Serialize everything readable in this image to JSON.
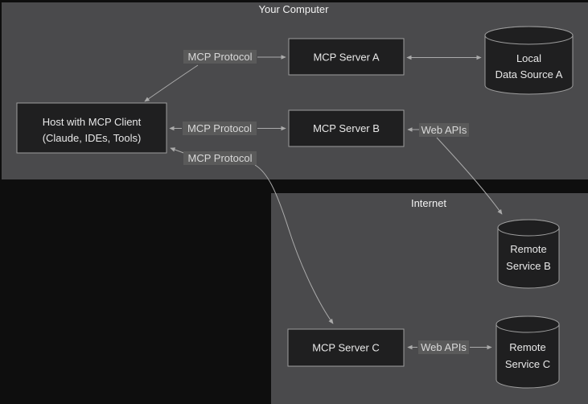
{
  "diagram": {
    "title_regions": {
      "your_computer": {
        "label": "Your Computer"
      },
      "internet": {
        "label": "Internet"
      }
    },
    "nodes": {
      "host": {
        "line1": "Host with MCP Client",
        "line2": "(Claude, IDEs, Tools)"
      },
      "server_a": {
        "label": "MCP Server A"
      },
      "server_b": {
        "label": "MCP Server B"
      },
      "server_c": {
        "label": "MCP Server C"
      },
      "data_source_a": {
        "line1": "Local",
        "line2": "Data Source A"
      },
      "remote_service_b": {
        "line1": "Remote",
        "line2": "Service B"
      },
      "remote_service_c": {
        "line1": "Remote",
        "line2": "Service C"
      }
    },
    "edge_labels": {
      "mcp_protocol_a": "MCP Protocol",
      "mcp_protocol_b": "MCP Protocol",
      "mcp_protocol_c": "MCP Protocol",
      "web_apis_b": "Web APIs",
      "web_apis_c": "Web APIs"
    },
    "colors": {
      "page_background": "#0e0e0e",
      "region_fill": "#4a4a4c",
      "node_fill": "#1f1f20",
      "node_stroke": "#9e9e9e",
      "edge_stroke": "#ababab",
      "edge_label_background": "#5a5a5a",
      "text": "#e8e8e8"
    }
  }
}
